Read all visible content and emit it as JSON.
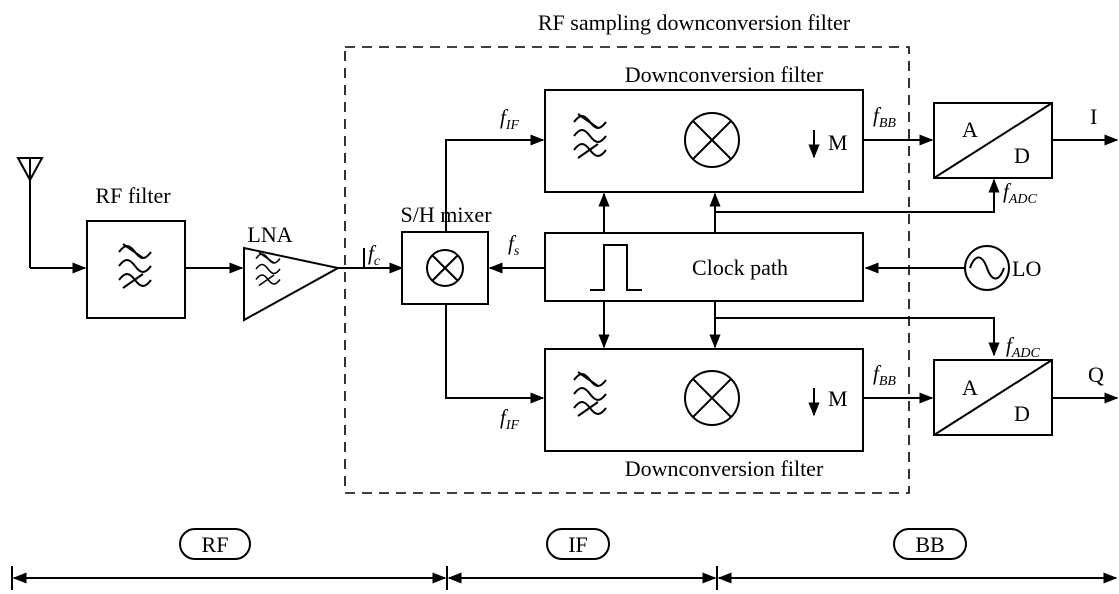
{
  "title": "RF sampling downconversion filter",
  "blocks": {
    "rf_filter": "RF filter",
    "lna": "LNA",
    "sh_mixer": "S/H mixer",
    "downconv_top": "Downconversion filter",
    "downconv_bottom": "Downconversion filter",
    "clock_path": "Clock path",
    "lo": "LO",
    "decim_top": "M",
    "decim_bottom": "M",
    "adc_top_a": "A",
    "adc_top_d": "D",
    "adc_bottom_a": "A",
    "adc_bottom_d": "D"
  },
  "outputs": {
    "i": "I",
    "q": "Q"
  },
  "signals": {
    "fc": {
      "main": "f",
      "sub": "c"
    },
    "fs": {
      "main": "f",
      "sub": "s"
    },
    "fif_top": {
      "main": "f",
      "sub": "IF"
    },
    "fif_bottom": {
      "main": "f",
      "sub": "IF"
    },
    "fbb_top": {
      "main": "f",
      "sub": "BB"
    },
    "fbb_bottom": {
      "main": "f",
      "sub": "BB"
    },
    "fadc_top": {
      "main": "f",
      "sub": "ADC"
    },
    "fadc_bottom": {
      "main": "f",
      "sub": "ADC"
    }
  },
  "domains": {
    "rf": "RF",
    "if": "IF",
    "bb": "BB"
  },
  "icons": [
    "antenna-icon",
    "bandpass-filter-icon",
    "mixer-icon",
    "pulse-icon",
    "sine-source-icon",
    "decimation-arrow-icon"
  ]
}
